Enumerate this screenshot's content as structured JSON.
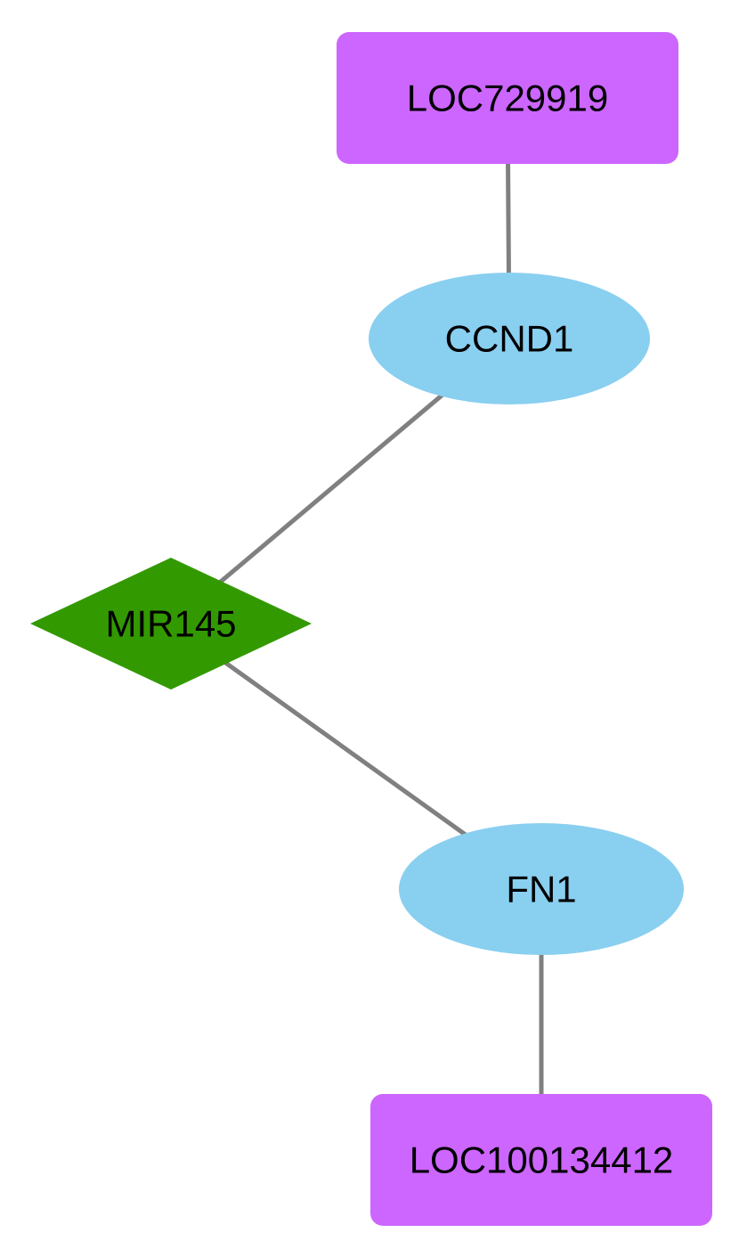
{
  "network": {
    "nodes": [
      {
        "id": "LOC729919",
        "label": "LOC729919",
        "shape": "rectangle",
        "color": "#CC66FF"
      },
      {
        "id": "CCND1",
        "label": "CCND1",
        "shape": "ellipse",
        "color": "#89CFF0"
      },
      {
        "id": "MIR145",
        "label": "MIR145",
        "shape": "diamond",
        "color": "#339900"
      },
      {
        "id": "FN1",
        "label": "FN1",
        "shape": "ellipse",
        "color": "#89CFF0"
      },
      {
        "id": "LOC100134412",
        "label": "LOC100134412",
        "shape": "rectangle",
        "color": "#CC66FF"
      }
    ],
    "edges": [
      {
        "source": "LOC729919",
        "target": "CCND1"
      },
      {
        "source": "CCND1",
        "target": "MIR145"
      },
      {
        "source": "MIR145",
        "target": "FN1"
      },
      {
        "source": "FN1",
        "target": "LOC100134412"
      }
    ],
    "edge_color": "#808080"
  }
}
